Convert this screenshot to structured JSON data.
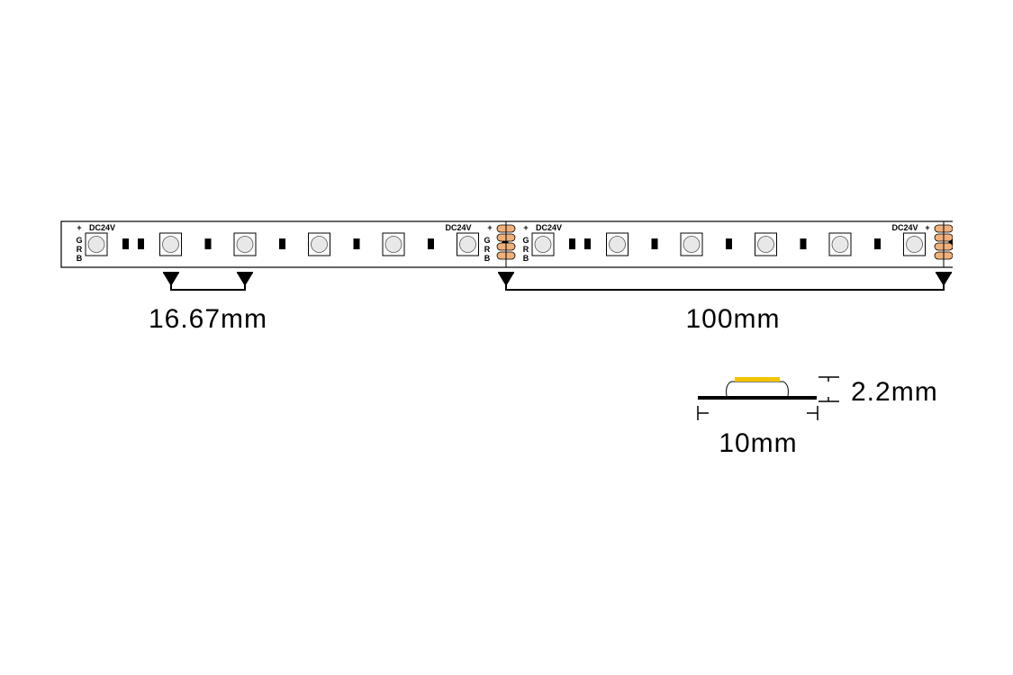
{
  "strip": {
    "voltage_label": "DC24V",
    "plus_symbol": "+",
    "channels": [
      "G",
      "R",
      "B"
    ],
    "pad_color": "#f0b07a",
    "led_fill": "#e8e8e8",
    "segments": 2,
    "leds_per_segment": 6
  },
  "dimensions": {
    "led_pitch": "16.67mm",
    "cut_length": "100mm",
    "height": "2.2mm",
    "width": "10mm"
  },
  "profile": {
    "phosphor_color": "#f2c400"
  }
}
